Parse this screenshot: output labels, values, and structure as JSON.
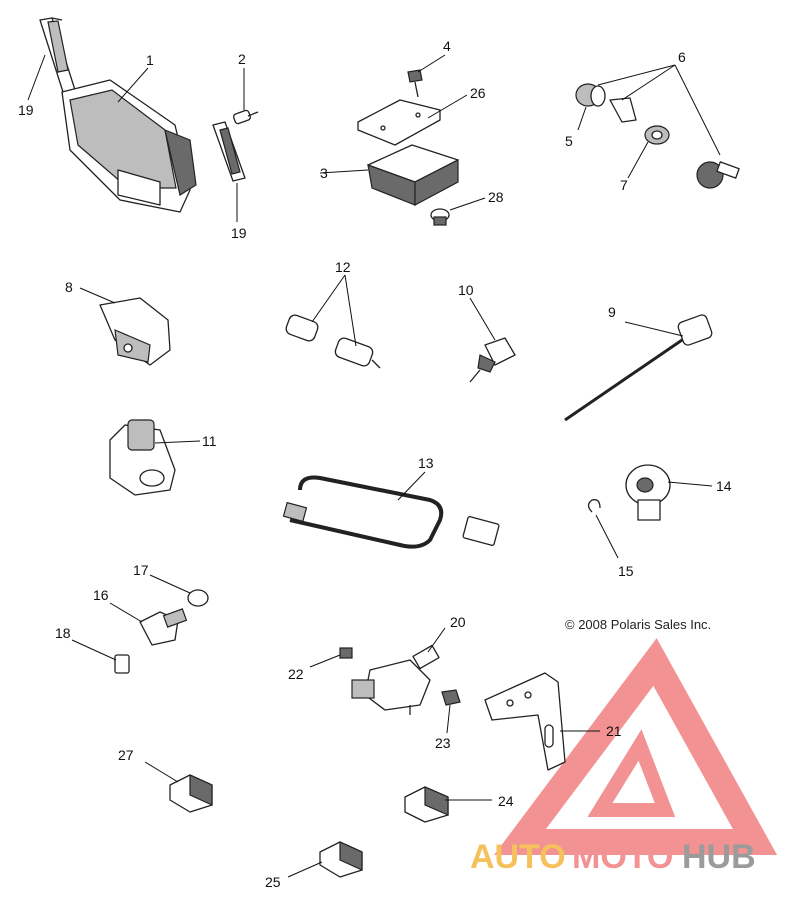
{
  "copyright": "© 2008 Polaris Sales Inc.",
  "watermark": {
    "brand_part1": "AUTO",
    "brand_part2": "MOTO",
    "brand_part3": "HUB",
    "color_orange": "#f4b740",
    "color_red": "#f08080",
    "color_gray": "#8a8a8a"
  },
  "callouts": {
    "c1": "1",
    "c2": "2",
    "c3": "3",
    "c4": "4",
    "c5": "5",
    "c6": "6",
    "c7": "7",
    "c8": "8",
    "c9": "9",
    "c10": "10",
    "c11": "11",
    "c12": "12",
    "c13": "13",
    "c14": "14",
    "c15": "15",
    "c16": "16",
    "c17": "17",
    "c18": "18",
    "c19a": "19",
    "c19b": "19",
    "c20": "20",
    "c21": "21",
    "c22": "22",
    "c23": "23",
    "c24": "24",
    "c25": "25",
    "c26": "26",
    "c27": "27",
    "c28": "28"
  }
}
